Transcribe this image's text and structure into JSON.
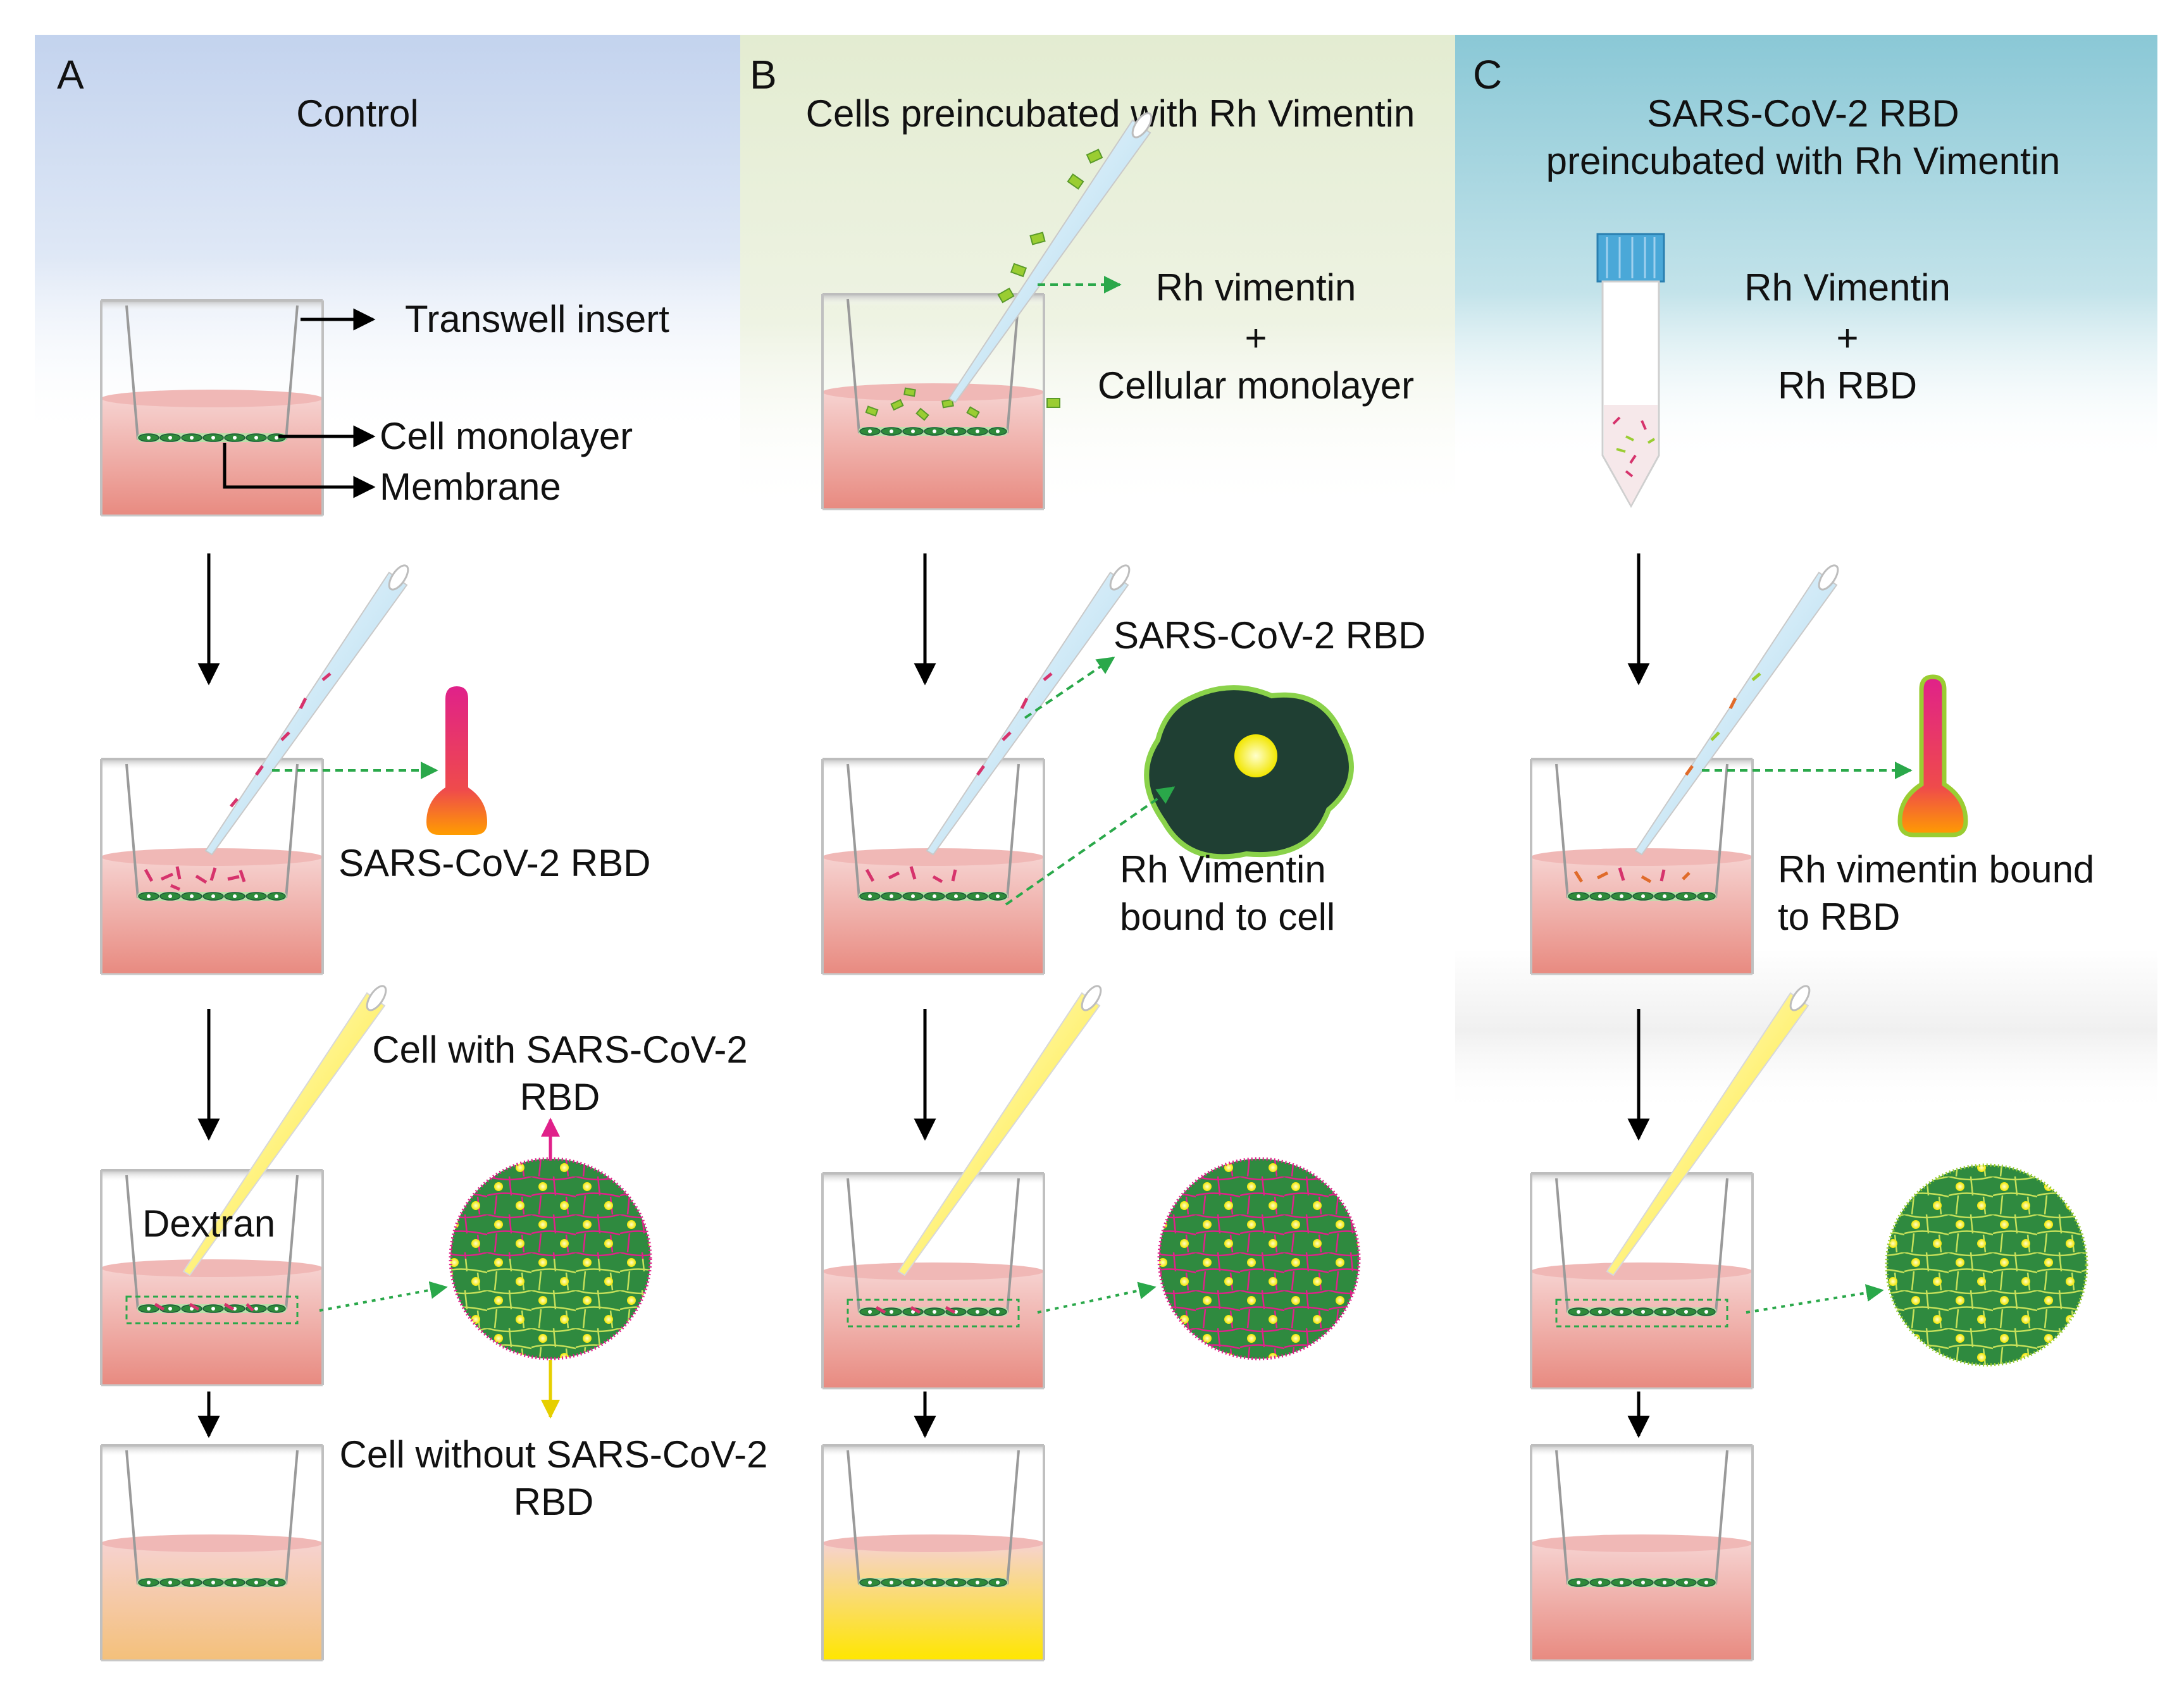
{
  "colors": {
    "panel_a_bg": "#c6d5ee",
    "panel_b_bg": "#e7efd6",
    "panel_c_bg": "#8fcad8",
    "medium_top": "#f2c4c4",
    "medium_bottom": "#e8857a",
    "cell_green": "#2e8a3a",
    "cell_dark": "#1f5a3a",
    "rbd_pink": "#d6336c",
    "dextran_yellow": "#ffe600",
    "arrow_green": "#2aa84a",
    "arrow_magenta": "#e0218a"
  },
  "panel_a": {
    "letter": "A",
    "title": "Control",
    "label_transwell": "Transwell insert",
    "label_monolayer": "Cell monolayer",
    "label_membrane": "Membrane",
    "label_rbd": "SARS-CoV-2 RBD",
    "label_dextran": "Dextran",
    "label_with_rbd_1": "Cell with SARS-CoV-2",
    "label_with_rbd_2": "RBD",
    "label_without_rbd_1": "Cell without SARS-CoV-2",
    "label_without_rbd_2": "RBD",
    "bottom_fill": "orange"
  },
  "panel_b": {
    "letter": "B",
    "title": "Cells preincubated with Rh Vimentin",
    "label_vim_1": "Rh vimentin",
    "label_plus": "+",
    "label_vim_2": "Cellular monolayer",
    "label_rbd": "SARS-CoV-2 RBD",
    "label_bound_1": "Rh Vimentin",
    "label_bound_2": "bound to cell",
    "bottom_fill": "yellow"
  },
  "panel_c": {
    "letter": "C",
    "title_1": "SARS-CoV-2  RBD",
    "title_2": "preincubated with  Rh Vimentin",
    "label_mix_1": "Rh Vimentin",
    "label_plus": "+",
    "label_mix_2": "Rh RBD",
    "label_bound_1": "Rh vimentin bound",
    "label_bound_2": "to RBD",
    "bottom_fill": "pink"
  }
}
